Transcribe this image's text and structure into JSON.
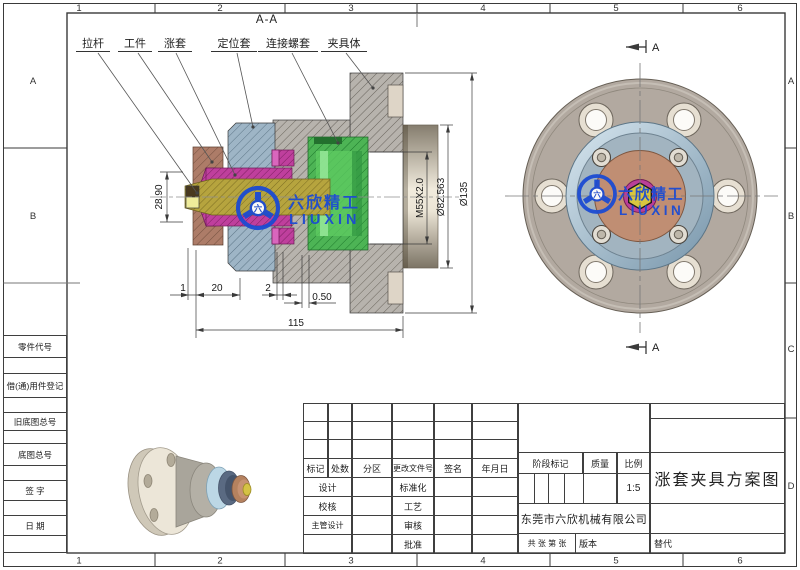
{
  "sheet": {
    "view_label": "A-A",
    "cut_label": "A"
  },
  "frame": {
    "cols": [
      "1",
      "2",
      "3",
      "4",
      "5",
      "6"
    ],
    "left_rows": [
      "A",
      "B"
    ],
    "right_rows": [
      "A",
      "B",
      "C",
      "D"
    ]
  },
  "margin_column": {
    "labels": [
      "零件代号",
      "借(通)用件登记",
      "旧底图总号",
      "底图总号",
      "签  字",
      "日  期"
    ]
  },
  "part_labels": [
    "拉杆",
    "工件",
    "涨套",
    "定位套",
    "连接螺套",
    "夹具体"
  ],
  "dimensions": {
    "rod": "28.90",
    "gap1": "1",
    "len20": "20",
    "gap2": "2",
    "gap050": "0.50",
    "total": "115",
    "thread": "M55X2.0",
    "cyl": "Ø82.563",
    "flange": "Ø135"
  },
  "watermark": {
    "cn": "六欣精工",
    "en": "LIUXIN",
    "center": "六",
    "color": "#1c4bd2"
  },
  "title_block": {
    "change_header": [
      "标记",
      "处数",
      "分区",
      "更改文件号",
      "签名",
      "年月日"
    ],
    "row_design": "设计",
    "row_check": "校核",
    "row_chief": "主管设计",
    "col_standard": "标准化",
    "col_process": "工艺",
    "col_audit": "审核",
    "col_approve": "批准",
    "stage": "阶段标记",
    "mass": "质量",
    "scale": "比例",
    "scale_value": "1:5",
    "company": "东莞市六欣机械有限公司",
    "sheets": "共  张 第  张",
    "version": "版本",
    "replace": "替代",
    "title": "涨套夹具方案图"
  }
}
